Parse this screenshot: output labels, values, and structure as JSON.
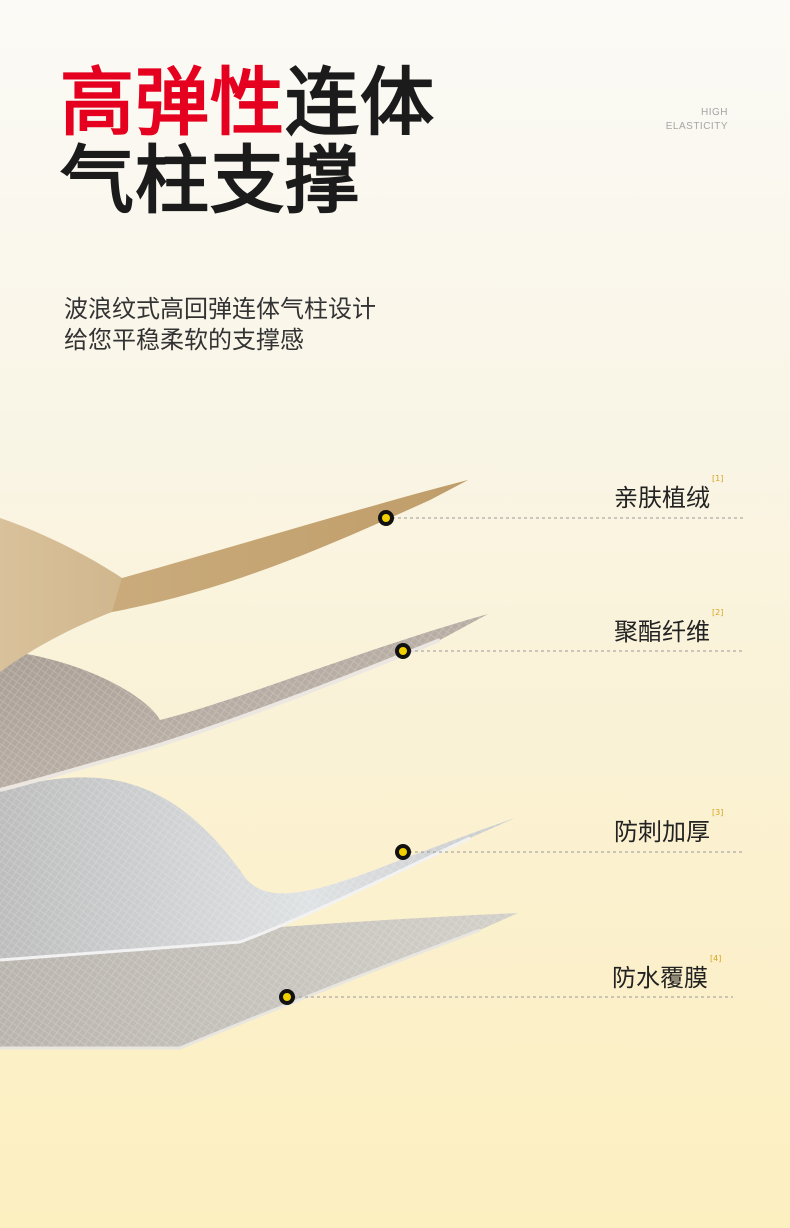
{
  "headline": {
    "line1_red": "高弹性",
    "line1_black": "连体",
    "line2": "气柱支撑"
  },
  "english_tag": {
    "line1": "HIGH",
    "line2": "ELASTICITY"
  },
  "subtitle": {
    "line1": "波浪纹式高回弹连体气柱设计",
    "line2": "给您平稳柔软的支撑感"
  },
  "layers": [
    {
      "label": "亲肤植绒",
      "note": "[1]"
    },
    {
      "label": "聚酯纤维",
      "note": "[2]"
    },
    {
      "label": "防刺加厚",
      "note": "[3]"
    },
    {
      "label": "防水覆膜",
      "note": "[4]"
    }
  ],
  "colors": {
    "accent_red": "#e5001f",
    "marker_yellow": "#f2d000",
    "layer_flock": "#c9ad7f",
    "layer_polyester": "#b7aba0",
    "layer_puncture": "#cfcfcf",
    "layer_film": "#c6c3bd"
  }
}
